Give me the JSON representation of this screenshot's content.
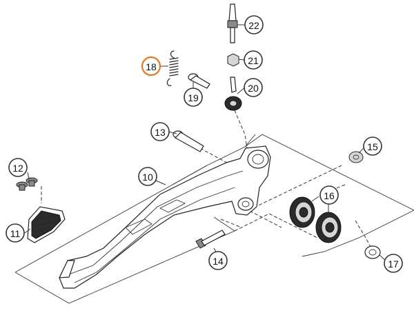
{
  "diagram": {
    "callouts": [
      {
        "label": "10",
        "highlighted": false
      },
      {
        "label": "11",
        "highlighted": false
      },
      {
        "label": "12",
        "highlighted": false
      },
      {
        "label": "13",
        "highlighted": false
      },
      {
        "label": "14",
        "highlighted": false
      },
      {
        "label": "15",
        "highlighted": false
      },
      {
        "label": "16",
        "highlighted": false
      },
      {
        "label": "17",
        "highlighted": false
      },
      {
        "label": "18",
        "highlighted": true
      },
      {
        "label": "19",
        "highlighted": false
      },
      {
        "label": "20",
        "highlighted": false
      },
      {
        "label": "21",
        "highlighted": false
      },
      {
        "label": "22",
        "highlighted": false
      }
    ],
    "colors": {
      "line": "#222222",
      "callout_border": "#333333",
      "highlight_border": "#e07a1f",
      "background": "#ffffff"
    }
  }
}
